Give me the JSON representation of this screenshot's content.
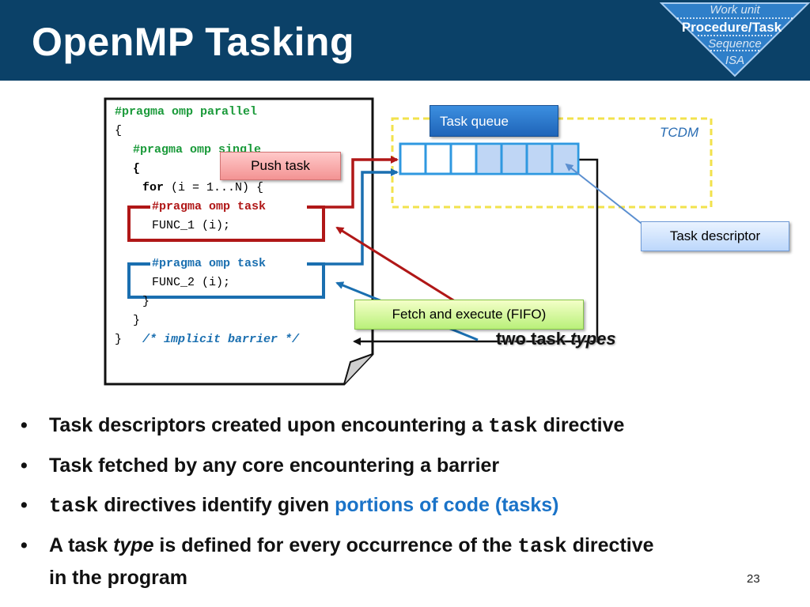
{
  "slide": {
    "title": "OpenMP Tasking",
    "page_number": "23"
  },
  "abstraction_triangle": {
    "levels": [
      "Work unit",
      "Procedure/Task",
      "Sequence",
      "ISA"
    ],
    "highlighted": "Procedure/Task"
  },
  "code": {
    "lines": [
      "#pragma omp parallel",
      "{",
      "#pragma omp single",
      "{",
      "for",
      " (i = 1...N) {",
      "#pragma omp task",
      "FUNC_1 (i);",
      "#pragma omp task",
      "FUNC_2 (i);",
      "}",
      "}",
      "}",
      "/* implicit barrier */"
    ]
  },
  "diagram": {
    "push_task": "Push task",
    "task_queue": "Task queue",
    "tcdm": "TCDM",
    "task_descriptor": "Task descriptor",
    "fetch_execute": "Fetch and execute (FIFO)",
    "two_task": "two task",
    "types": "types",
    "queue_slots": 7,
    "filled_slots": 4
  },
  "bullets": [
    {
      "pre": "Task descriptors created upon encountering a ",
      "code": "task",
      "post": " directive"
    },
    {
      "text": "Task fetched by any core encountering a barrier"
    },
    {
      "code": "task",
      "post": " directives identify given ",
      "accent": "portions of code (tasks)"
    },
    {
      "pre": "A task ",
      "italic": "type",
      "mid": " is defined for every occurrence of the ",
      "code": "task",
      "post": " directive",
      "line2": "in the program"
    }
  ],
  "colors": {
    "header": "#0b4168",
    "green": "#1a9a3a",
    "red": "#b01717",
    "blue": "#1a6fb0",
    "accent": "#1a73c8"
  }
}
